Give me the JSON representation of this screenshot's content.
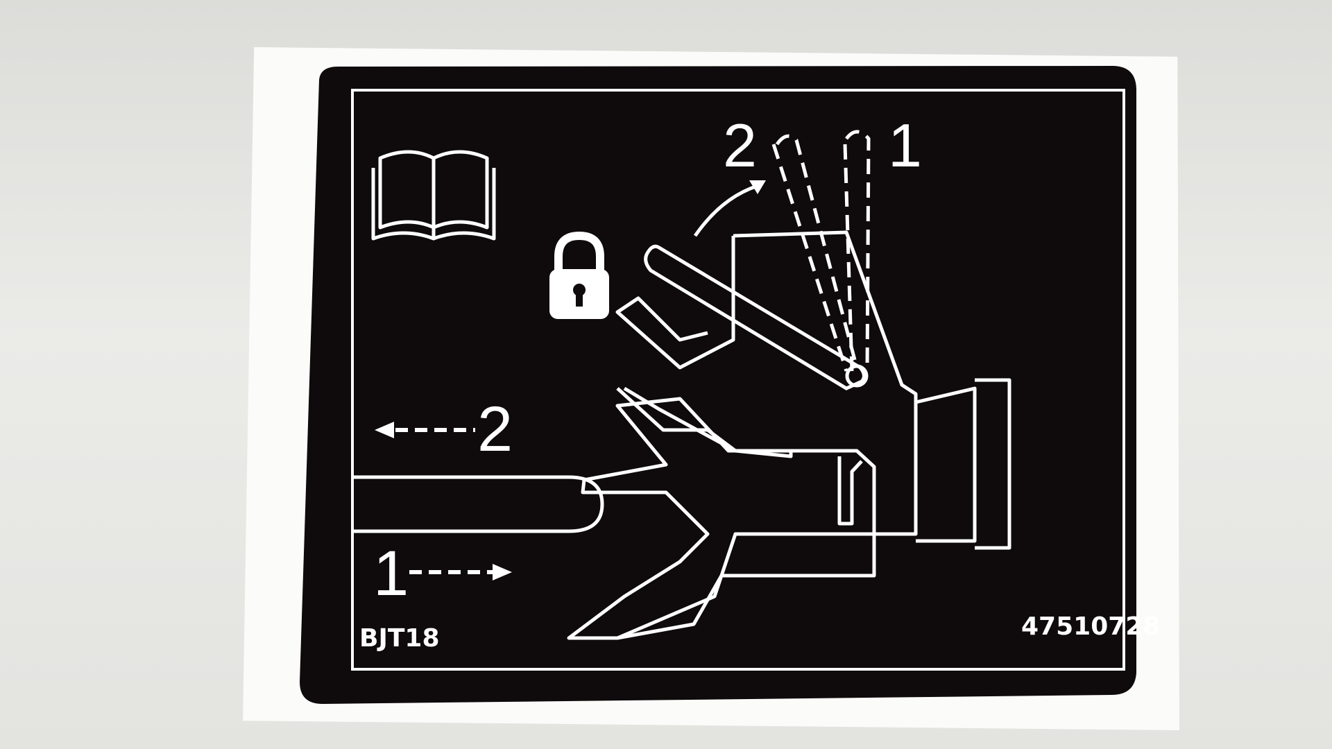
{
  "decal": {
    "model_code": "BJT18",
    "part_number": "47510728",
    "position_1": "1",
    "position_2": "2",
    "direction_2": "2",
    "direction_1": "1"
  },
  "icons": {
    "manual": "open-book-icon",
    "lock": "padlock-icon"
  },
  "colors": {
    "decal_background": "#0f0b0c",
    "linework": "#ffffff",
    "paper": "#fbfbfa",
    "surface": "#e3e3e0"
  }
}
